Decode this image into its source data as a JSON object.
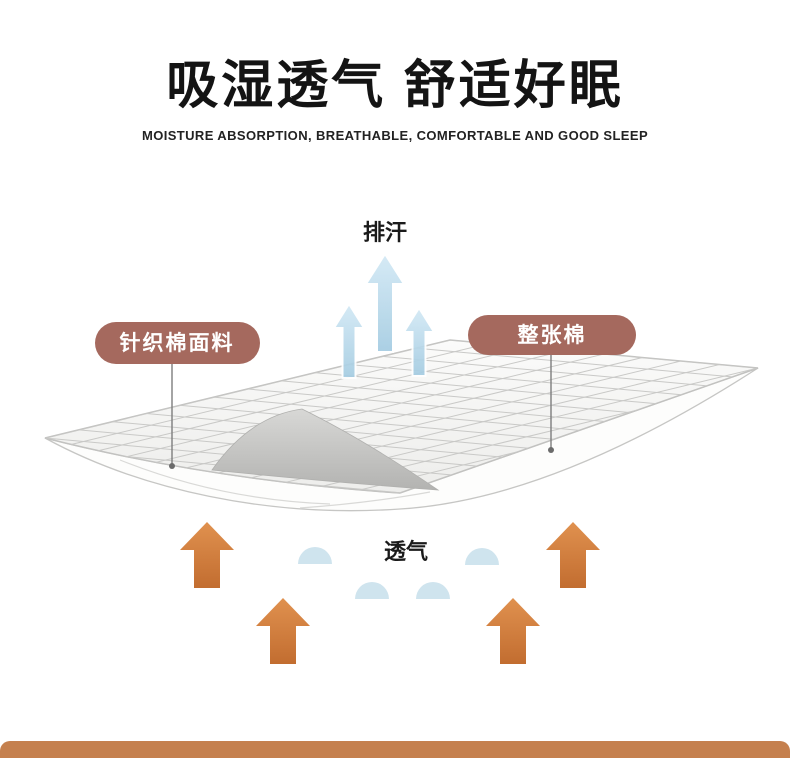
{
  "header": {
    "title": "吸湿透气 舒适好眠",
    "subtitle": "MOISTURE ABSORPTION, BREATHABLE, COMFORTABLE AND GOOD SLEEP"
  },
  "diagram": {
    "sweat_label": "排汗",
    "fabric_tag": "针织棉面料",
    "cotton_tag": "整张棉",
    "breathable_label": "透气"
  },
  "colors": {
    "tag_bg": "#a5695e",
    "hump": "#cfe4ee",
    "footer_bar": "#c5804e",
    "blue_arrow": "#b9d8ea",
    "orange_arrow": "#d07c3e",
    "title_text": "#141414"
  }
}
